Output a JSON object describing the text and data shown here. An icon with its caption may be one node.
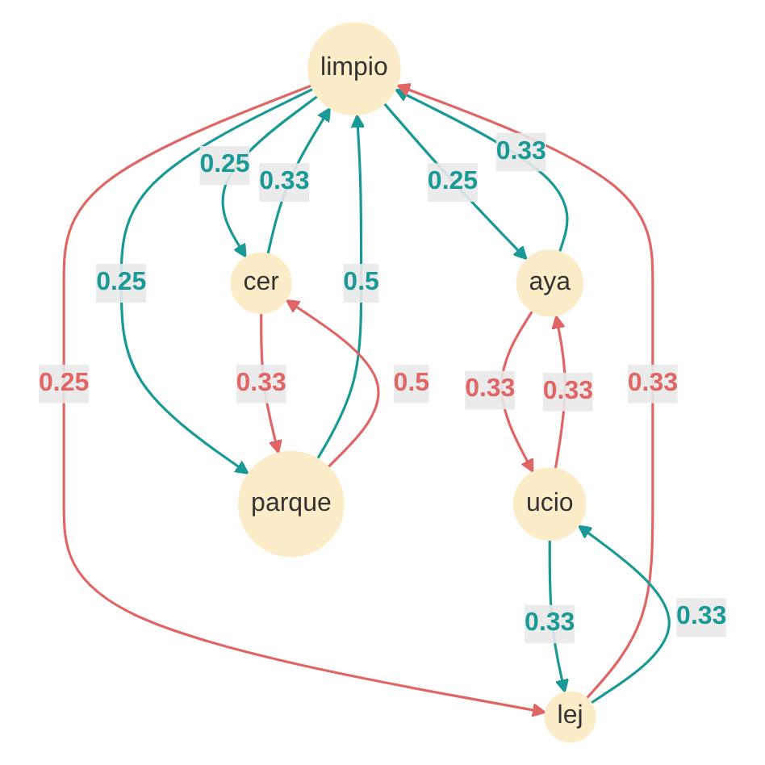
{
  "diagram": {
    "nodes": [
      {
        "text": [
          "limpio"
        ]
      },
      {
        "text": [
          "aya"
        ]
      },
      {
        "text": [
          "cer"
        ]
      },
      {
        "text": [
          "ucio"
        ]
      },
      {
        "text": [
          "lej"
        ]
      },
      {
        "text": [
          "parque"
        ]
      }
    ],
    "edges": [
      {
        "from": 0,
        "to": 1,
        "arrow": "to",
        "label": "0.25"
      },
      {
        "from": 1,
        "to": 0,
        "arrow": "to",
        "label": "0.33"
      },
      {
        "from": 2,
        "to": 0,
        "arrow": "to",
        "label": "0.33"
      },
      {
        "from": 0,
        "to": 2,
        "arrow": "to",
        "label": "0.25"
      },
      {
        "from": 4,
        "to": 0,
        "arrow": "to",
        "label": "0.33",
        "color": "#e06666"
      },
      {
        "from": 0,
        "to": 4,
        "arrow": "to",
        "label": "0.25",
        "color": "#e06666"
      },
      {
        "from": 1,
        "to": 3,
        "arrow": "to",
        "label": "0.33",
        "color": "#e06666"
      },
      {
        "from": 3,
        "to": 1,
        "arrow": "to",
        "label": "0.33",
        "color": "#e06666"
      },
      {
        "from": 5,
        "to": 0,
        "arrow": "to",
        "label": "0.5"
      },
      {
        "from": 0,
        "to": 5,
        "arrow": "to",
        "label": "0.25"
      },
      {
        "from": 2,
        "to": 5,
        "arrow": "to",
        "label": "0.33",
        "color": "#e06666"
      },
      {
        "from": 5,
        "to": 2,
        "arrow": "to",
        "label": "0.5",
        "color": "#e06666"
      },
      {
        "from": 3,
        "to": 4,
        "arrow": "to",
        "label": "0.33"
      },
      {
        "from": 4,
        "to": 3,
        "arrow": "to",
        "label": "0.33"
      }
    ]
  }
}
